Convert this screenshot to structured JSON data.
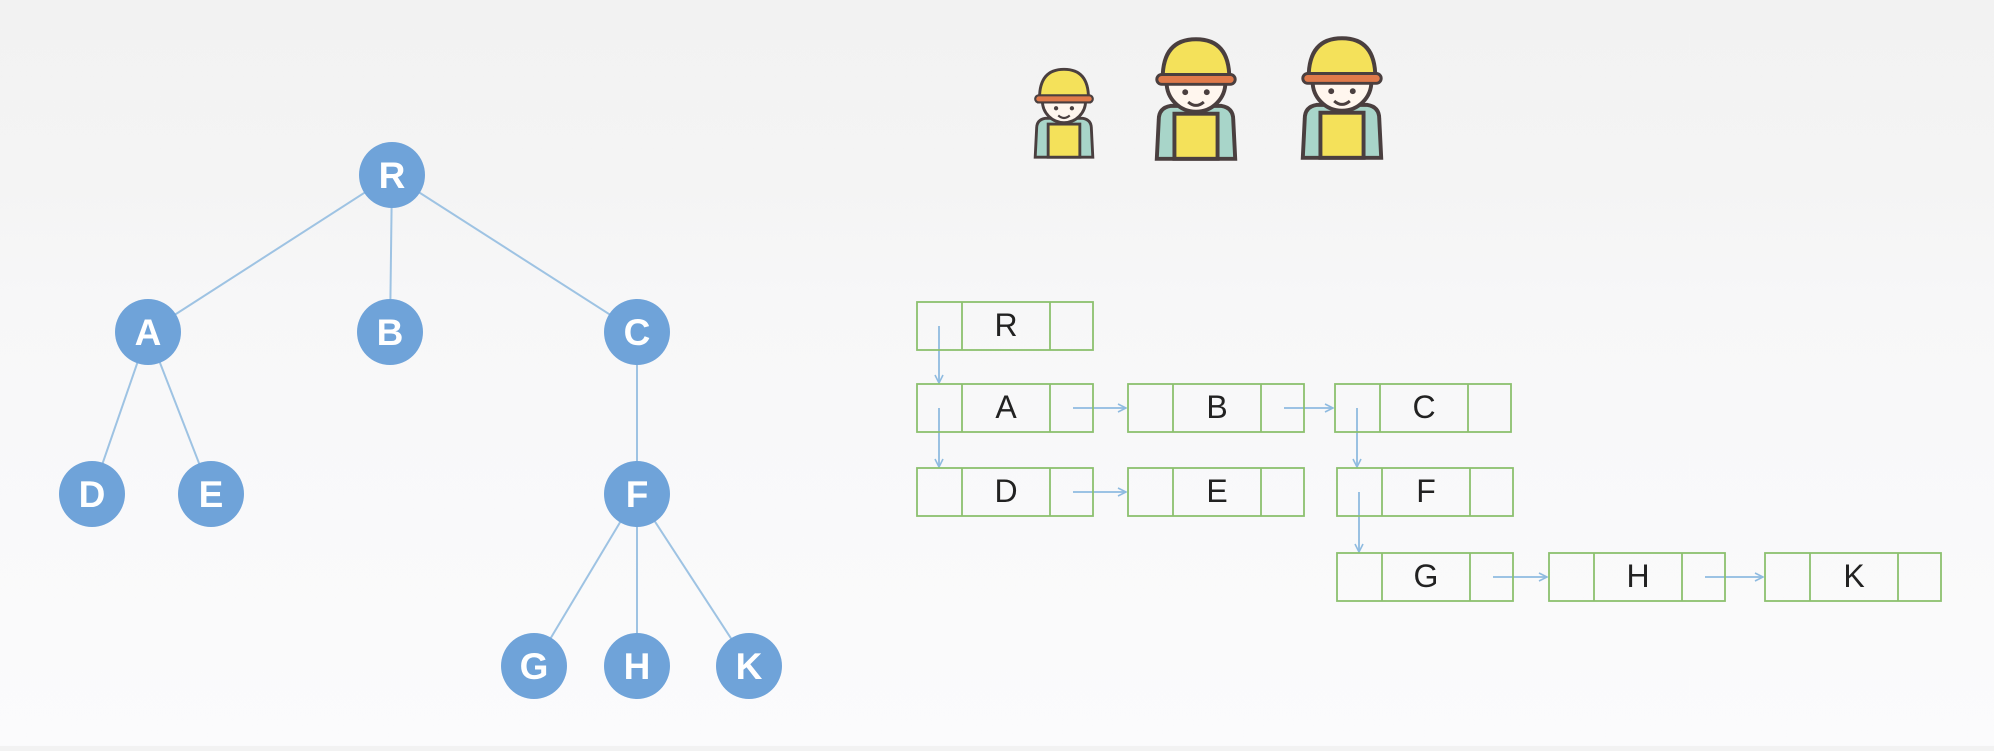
{
  "tree": {
    "nodes": [
      {
        "id": "R",
        "label": "R"
      },
      {
        "id": "A",
        "label": "A"
      },
      {
        "id": "B",
        "label": "B"
      },
      {
        "id": "C",
        "label": "C"
      },
      {
        "id": "D",
        "label": "D"
      },
      {
        "id": "E",
        "label": "E"
      },
      {
        "id": "F",
        "label": "F"
      },
      {
        "id": "G",
        "label": "G"
      },
      {
        "id": "H",
        "label": "H"
      },
      {
        "id": "K",
        "label": "K"
      }
    ],
    "edges": [
      [
        "R",
        "A"
      ],
      [
        "R",
        "B"
      ],
      [
        "R",
        "C"
      ],
      [
        "A",
        "D"
      ],
      [
        "A",
        "E"
      ],
      [
        "C",
        "F"
      ],
      [
        "F",
        "G"
      ],
      [
        "F",
        "H"
      ],
      [
        "F",
        "K"
      ]
    ]
  },
  "list": {
    "cells": [
      {
        "id": "R",
        "label": "R"
      },
      {
        "id": "A",
        "label": "A"
      },
      {
        "id": "B",
        "label": "B"
      },
      {
        "id": "C",
        "label": "C"
      },
      {
        "id": "D",
        "label": "D"
      },
      {
        "id": "E",
        "label": "E"
      },
      {
        "id": "F",
        "label": "F"
      },
      {
        "id": "G",
        "label": "G"
      },
      {
        "id": "H",
        "label": "H"
      },
      {
        "id": "K",
        "label": "K"
      }
    ],
    "child_links": [
      [
        "R",
        "A"
      ],
      [
        "A",
        "D"
      ],
      [
        "C",
        "F"
      ],
      [
        "F",
        "G"
      ]
    ],
    "sibling_links": [
      [
        "A",
        "B"
      ],
      [
        "B",
        "C"
      ],
      [
        "D",
        "E"
      ],
      [
        "G",
        "H"
      ],
      [
        "H",
        "K"
      ]
    ]
  },
  "colors": {
    "node_fill": "#6fa3d9",
    "tree_edge": "#9ec3e3",
    "cell_border": "#8cc06f",
    "arrow": "#8fbbe0",
    "text": "#222222"
  },
  "icons": [
    "kid-small-icon",
    "kid-medium-icon",
    "kid-large-icon"
  ]
}
